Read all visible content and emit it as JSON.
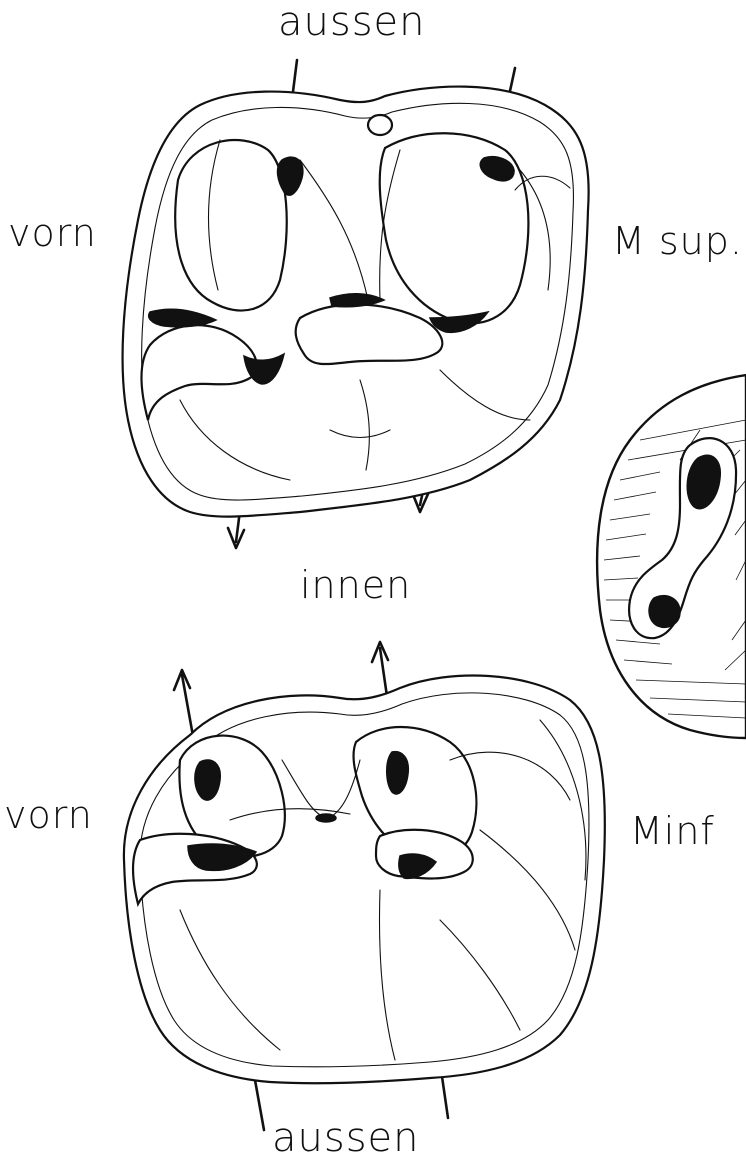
{
  "labels": {
    "top_outer": "aussen",
    "upper_front": "vorn",
    "upper_tooth": "M sup.",
    "middle_inner": "innen",
    "lower_front": "vorn",
    "lower_tooth": "Minf",
    "bottom_outer": "aussen"
  }
}
